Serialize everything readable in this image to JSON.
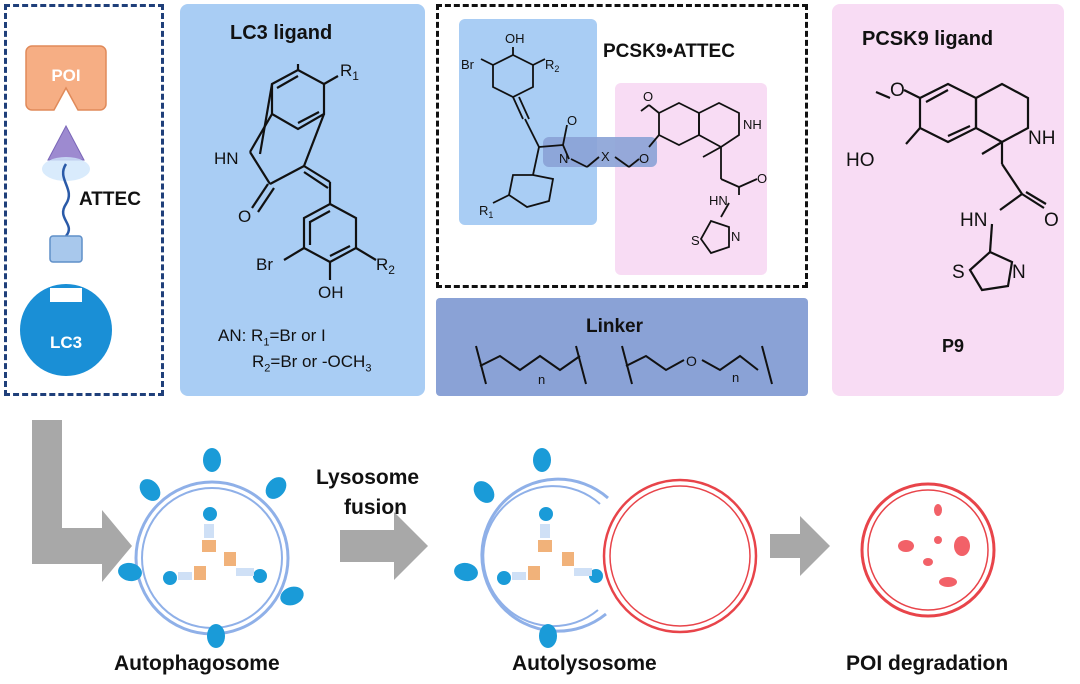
{
  "attec_panel": {
    "poi_label": "POI",
    "attec_label": "ATTEC",
    "lc3_label": "LC3"
  },
  "lc3_ligand": {
    "title": "LC3 ligand",
    "r1": "R",
    "r1_sub": "1",
    "nh": "HN",
    "o": "O",
    "br": "Br",
    "oh": "OH",
    "r2": "R",
    "r2_sub": "2",
    "an_line1_a": "AN: R",
    "an_line1_sub": "1",
    "an_line1_b": "=Br or I",
    "an_line2_a": "R",
    "an_line2_sub": "2",
    "an_line2_b": "=Br or -OCH",
    "an_line2_sub2": "3"
  },
  "pcsk9_attec": {
    "title": "PCSK9•ATTEC",
    "oh": "OH",
    "br": "Br",
    "r2": "R",
    "r2_sub": "2",
    "o": "O",
    "n": "N",
    "x": "X",
    "r1": "R",
    "r1_sub": "1",
    "nh": "NH",
    "hn": "HN",
    "s": "S",
    "n2": "N"
  },
  "pcsk9_ligand": {
    "title": "PCSK9 ligand",
    "ho": "HO",
    "nh": "NH",
    "hn": "HN",
    "o": "O",
    "s": "S",
    "n": "N",
    "name": "P9"
  },
  "linker": {
    "title": "Linker",
    "n1": "n",
    "o": "O",
    "n2": "n"
  },
  "process": {
    "step1_label": "Autophagosome",
    "fusion_label_line1": "Lysosome",
    "fusion_label_line2": "fusion",
    "step2_label": "Autolysosome",
    "step3_label": "POI degradation"
  },
  "colors": {
    "blue_panel": "#a9cdf4",
    "pink_panel": "#f8dcf4",
    "linker_panel": "#8aa2d6",
    "lc3_blue": "#1a8fd6",
    "poi_orange": "#f4a97a",
    "arrow_gray": "#a8a8a8",
    "lysosome_red": "#e8444a"
  }
}
